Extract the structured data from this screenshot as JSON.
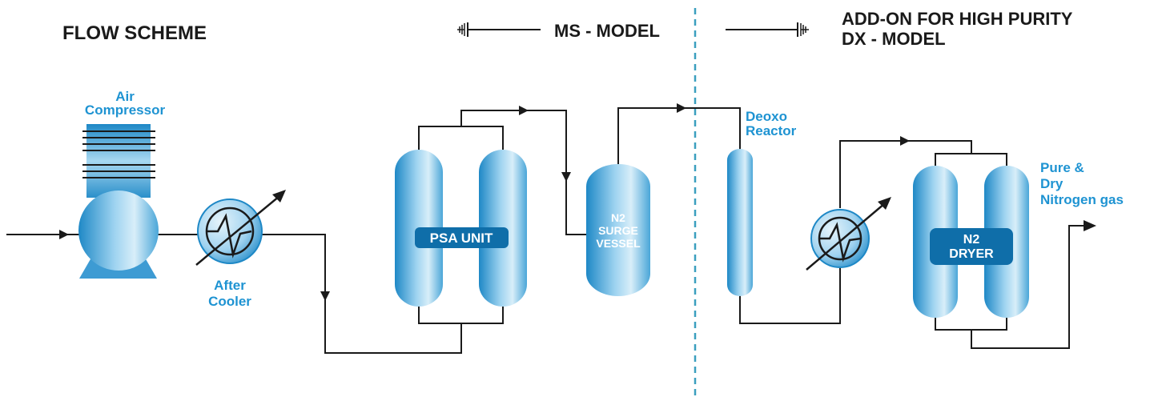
{
  "header": {
    "title": "FLOW SCHEME",
    "ms_model": "MS - MODEL",
    "addon_line1": "ADD-ON FOR HIGH PURITY",
    "addon_line2": "DX - MODEL"
  },
  "labels": {
    "air_compressor_1": "Air",
    "air_compressor_2": "Compressor",
    "after_cooler_1": "After",
    "after_cooler_2": "Cooler",
    "psa_unit": "PSA UNIT",
    "surge_1": "N2",
    "surge_2": "SURGE",
    "surge_3": "VESSEL",
    "deoxo_1": "Deoxo",
    "deoxo_2": "Reactor",
    "dryer_1": "N2",
    "dryer_2": "DRYER",
    "output_1": "Pure &",
    "output_2": "Dry",
    "output_3": "Nitrogen gas"
  },
  "colors": {
    "accent": "#1e93d2",
    "vessel_light": "#d8eef9",
    "vessel_dark": "#1e88c6",
    "label_box": "#0f6ea9",
    "divider": "#3b9fbf",
    "line": "#1a1a1a"
  }
}
